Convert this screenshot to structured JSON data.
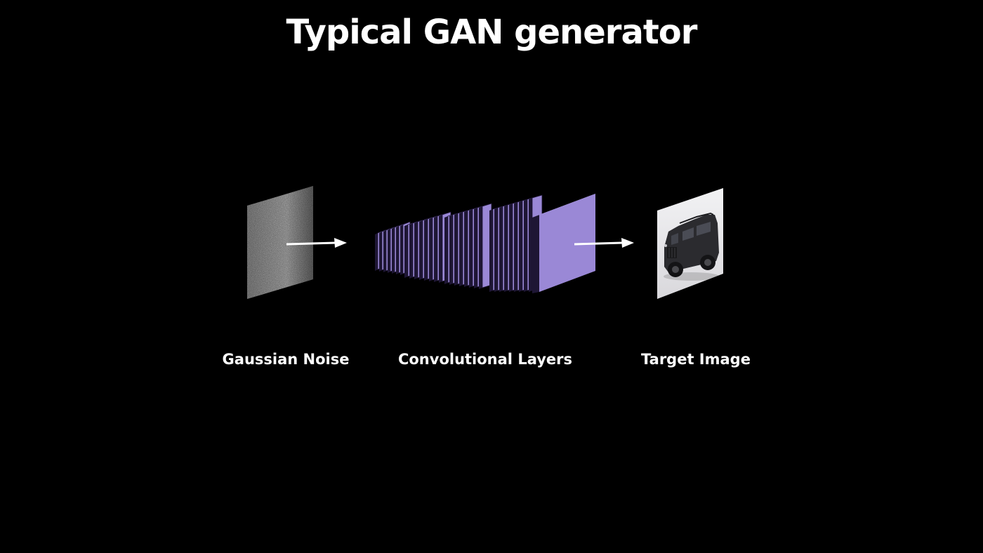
{
  "title": "Typical GAN generator",
  "stages": [
    {
      "label": "Gaussian Noise",
      "icon": "noise-image-icon"
    },
    {
      "label": "Convolutional Layers",
      "icon": "layer-stack-icon"
    },
    {
      "label": "Target Image",
      "icon": "truck-image-icon"
    }
  ],
  "colors": {
    "background": "#000000",
    "text": "#ffffff",
    "layer_face": "#9a88d6",
    "layer_edge": "#1e1634",
    "arrow": "#ffffff"
  }
}
